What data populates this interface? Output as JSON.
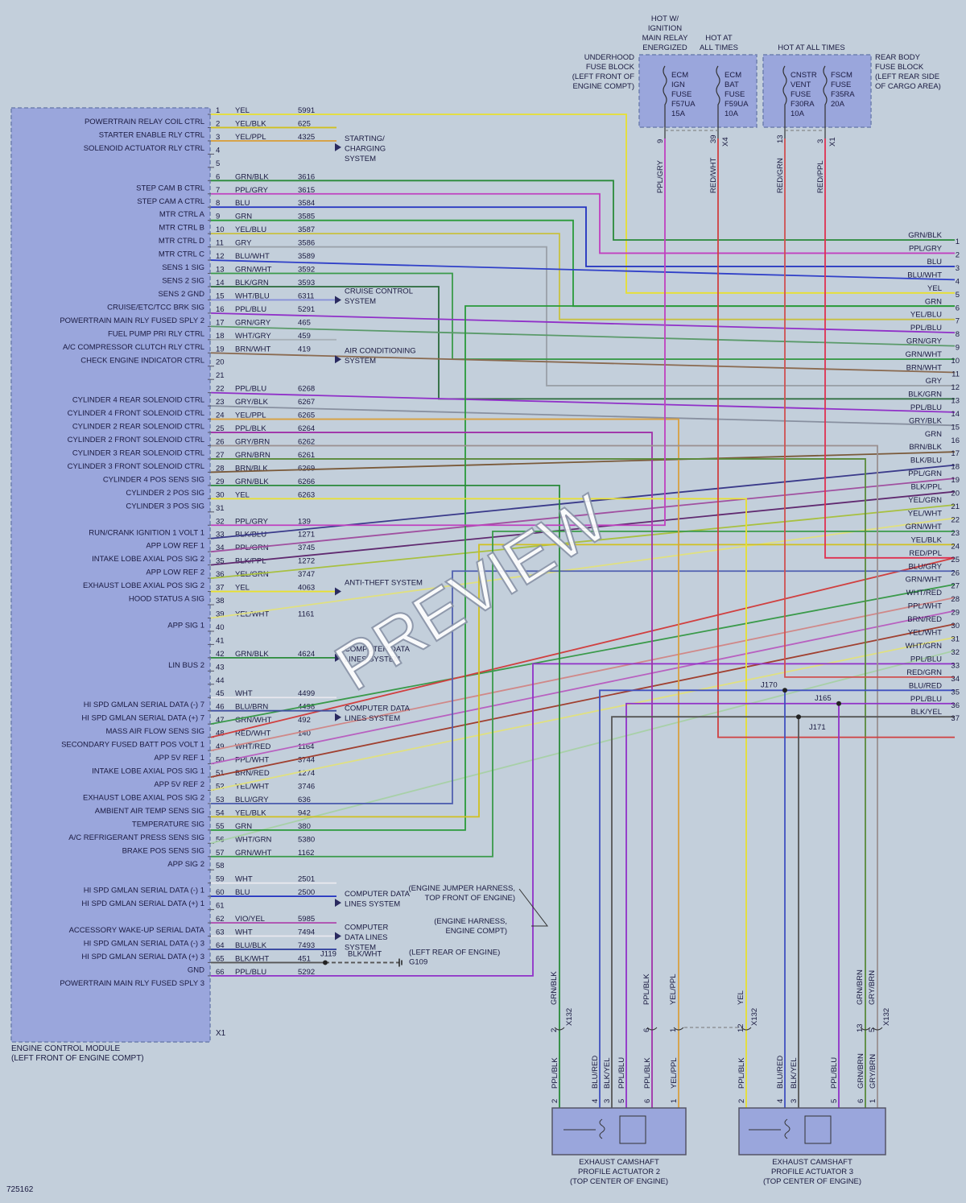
{
  "diagram_id": "725162",
  "ecm": {
    "title": "ENGINE CONTROL MODULE",
    "location": "(LEFT FRONT OF ENGINE COMPT)",
    "connector": "X1"
  },
  "watermark": "PREVIEW",
  "pins": [
    {
      "n": 1,
      "label": "POWERTRAIN RELAY COIL CTRL",
      "color": "YEL",
      "circuit": "5991",
      "hex": "#e8e030"
    },
    {
      "n": 2,
      "label": "STARTER ENABLE RLY CTRL",
      "color": "YEL/BLK",
      "circuit": "625",
      "hex": "#d0c020"
    },
    {
      "n": 3,
      "label": "SOLENOID ACTUATOR RLY CTRL",
      "color": "YEL/PPL",
      "circuit": "4325",
      "hex": "#d8a040"
    },
    {
      "n": 4,
      "label": "",
      "color": "",
      "circuit": "",
      "hex": ""
    },
    {
      "n": 5,
      "label": "",
      "color": "",
      "circuit": "",
      "hex": ""
    },
    {
      "n": 6,
      "label": "STEP CAM B CTRL",
      "color": "GRN/BLK",
      "circuit": "3616",
      "hex": "#2a8a3a"
    },
    {
      "n": 7,
      "label": "STEP CAM A CTRL",
      "color": "PPL/GRY",
      "circuit": "3615",
      "hex": "#c040c0"
    },
    {
      "n": 8,
      "label": "MTR CTRL A",
      "color": "BLU",
      "circuit": "3584",
      "hex": "#2030c0"
    },
    {
      "n": 9,
      "label": "MTR CTRL B",
      "color": "GRN",
      "circuit": "3585",
      "hex": "#2a9a3a"
    },
    {
      "n": 10,
      "label": "MTR CTRL D",
      "color": "YEL/BLU",
      "circuit": "3587",
      "hex": "#c8c040"
    },
    {
      "n": 11,
      "label": "MTR CTRL C",
      "color": "GRY",
      "circuit": "3586",
      "hex": "#9aa0a8"
    },
    {
      "n": 12,
      "label": "SENS 1 SIG",
      "color": "BLU/WHT",
      "circuit": "3589",
      "hex": "#3040c8"
    },
    {
      "n": 13,
      "label": "SENS 2 SIG",
      "color": "GRN/WHT",
      "circuit": "3592",
      "hex": "#3a9a4a"
    },
    {
      "n": 14,
      "label": "SENS 2 GND",
      "color": "BLK/GRN",
      "circuit": "3593",
      "hex": "#2a6a3a"
    },
    {
      "n": 15,
      "label": "CRUISE/ETC/TCC BRK SIG",
      "color": "WHT/BLU",
      "circuit": "6311",
      "hex": "#8890d8"
    },
    {
      "n": 16,
      "label": "POWERTRAIN MAIN RLY FUSED SPLY 2",
      "color": "PPL/BLU",
      "circuit": "5291",
      "hex": "#9030c8"
    },
    {
      "n": 17,
      "label": "FUEL PUMP PRI RLY CTRL",
      "color": "GRN/GRY",
      "circuit": "465",
      "hex": "#5a9a6a"
    },
    {
      "n": 18,
      "label": "A/C COMPRESSOR CLUTCH RLY CTRL",
      "color": "WHT/GRY",
      "circuit": "459",
      "hex": "#a8b0b8"
    },
    {
      "n": 19,
      "label": "CHECK ENGINE INDICATOR CTRL",
      "color": "BRN/WHT",
      "circuit": "419",
      "hex": "#8a6a50"
    },
    {
      "n": 20,
      "label": "",
      "color": "",
      "circuit": "",
      "hex": ""
    },
    {
      "n": 21,
      "label": "",
      "color": "",
      "circuit": "",
      "hex": ""
    },
    {
      "n": 22,
      "label": "CYLINDER 4 REAR SOLENOID CTRL",
      "color": "PPL/BLU",
      "circuit": "6268",
      "hex": "#9030c8"
    },
    {
      "n": 23,
      "label": "CYLINDER 4 FRONT SOLENOID CTRL",
      "color": "GRY/BLK",
      "circuit": "6267",
      "hex": "#8890a0"
    },
    {
      "n": 24,
      "label": "CYLINDER 2 REAR SOLENOID CTRL",
      "color": "YEL/PPL",
      "circuit": "6265",
      "hex": "#d8a040"
    },
    {
      "n": 25,
      "label": "CYLINDER 2 FRONT SOLENOID CTRL",
      "color": "PPL/BLK",
      "circuit": "6264",
      "hex": "#a030a8"
    },
    {
      "n": 26,
      "label": "CYLINDER 3 REAR SOLENOID CTRL",
      "color": "GRY/BRN",
      "circuit": "6262",
      "hex": "#9a9090"
    },
    {
      "n": 27,
      "label": "CYLINDER 3 FRONT SOLENOID CTRL",
      "color": "GRN/BRN",
      "circuit": "6261",
      "hex": "#5a8a3a"
    },
    {
      "n": 28,
      "label": "CYLINDER 4 POS SENS SIG",
      "color": "BRN/BLK",
      "circuit": "6269",
      "hex": "#7a5a3a"
    },
    {
      "n": 29,
      "label": "CYLINDER 2 POS SIG",
      "color": "GRN/BLK",
      "circuit": "6266",
      "hex": "#2a8a3a"
    },
    {
      "n": 30,
      "label": "CYLINDER 3 POS SIG",
      "color": "YEL",
      "circuit": "6263",
      "hex": "#e8e030"
    },
    {
      "n": 31,
      "label": "",
      "color": "",
      "circuit": "",
      "hex": ""
    },
    {
      "n": 32,
      "label": "RUN/CRANK IGNITION 1 VOLT 1",
      "color": "PPL/GRY",
      "circuit": "139",
      "hex": "#c040c0"
    },
    {
      "n": 33,
      "label": "APP LOW REF 1",
      "color": "BLK/BLU",
      "circuit": "1271",
      "hex": "#3a3a8a"
    },
    {
      "n": 34,
      "label": "INTAKE LOBE AXIAL POS SIG 2",
      "color": "PPL/GRN",
      "circuit": "3745",
      "hex": "#a050a0"
    },
    {
      "n": 35,
      "label": "APP LOW REF 2",
      "color": "BLK/PPL",
      "circuit": "1272",
      "hex": "#602a70"
    },
    {
      "n": 36,
      "label": "EXHAUST LOBE AXIAL POS SIG 2",
      "color": "YEL/GRN",
      "circuit": "3747",
      "hex": "#a8c040"
    },
    {
      "n": 37,
      "label": "HOOD STATUS A SIG",
      "color": "YEL",
      "circuit": "4063",
      "hex": "#e8e030"
    },
    {
      "n": 38,
      "label": "",
      "color": "",
      "circuit": "",
      "hex": ""
    },
    {
      "n": 39,
      "label": "APP SIG 1",
      "color": "YEL/WHT",
      "circuit": "1161",
      "hex": "#e0e080"
    },
    {
      "n": 40,
      "label": "",
      "color": "",
      "circuit": "",
      "hex": ""
    },
    {
      "n": 41,
      "label": "",
      "color": "",
      "circuit": "",
      "hex": ""
    },
    {
      "n": 42,
      "label": "LIN BUS 2",
      "color": "GRN/BLK",
      "circuit": "4624",
      "hex": "#2a8a3a"
    },
    {
      "n": 43,
      "label": "",
      "color": "",
      "circuit": "",
      "hex": ""
    },
    {
      "n": 44,
      "label": "",
      "color": "",
      "circuit": "",
      "hex": ""
    },
    {
      "n": 45,
      "label": "HI SPD GMLAN SERIAL DATA (-) 7",
      "color": "WHT",
      "circuit": "4499",
      "hex": "#e8e8ee"
    },
    {
      "n": 46,
      "label": "HI SPD GMLAN SERIAL DATA (+) 7",
      "color": "BLU/BRN",
      "circuit": "4498",
      "hex": "#4050a0"
    },
    {
      "n": 47,
      "label": "MASS AIR FLOW SENS SIG",
      "color": "GRN/WHT",
      "circuit": "492",
      "hex": "#3a9a4a"
    },
    {
      "n": 48,
      "label": "SECONDARY FUSED BATT POS VOLT 1",
      "color": "RED/WHT",
      "circuit": "140",
      "hex": "#d04040"
    },
    {
      "n": 49,
      "label": "APP 5V REF 1",
      "color": "WHT/RED",
      "circuit": "1164",
      "hex": "#d08888"
    },
    {
      "n": 50,
      "label": "INTAKE LOBE AXIAL POS SIG 1",
      "color": "PPL/WHT",
      "circuit": "3744",
      "hex": "#b860c0"
    },
    {
      "n": 51,
      "label": "APP 5V REF 2",
      "color": "BRN/RED",
      "circuit": "1274",
      "hex": "#a04030"
    },
    {
      "n": 52,
      "label": "EXHAUST LOBE AXIAL POS SIG 2",
      "color": "YEL/WHT",
      "circuit": "3746",
      "hex": "#e0e080"
    },
    {
      "n": 53,
      "label": "AMBIENT AIR TEMP SENS SIG",
      "color": "BLU/GRY",
      "circuit": "636",
      "hex": "#5060b0"
    },
    {
      "n": 54,
      "label": "TEMPERATURE SIG",
      "color": "YEL/BLK",
      "circuit": "942",
      "hex": "#d0c020"
    },
    {
      "n": 55,
      "label": "A/C REFRIGERANT PRESS SENS SIG",
      "color": "GRN",
      "circuit": "380",
      "hex": "#2a9a3a"
    },
    {
      "n": 56,
      "label": "BRAKE POS SENS SIG",
      "color": "WHT/GRN",
      "circuit": "5380",
      "hex": "#a8d0a8"
    },
    {
      "n": 57,
      "label": "APP SIG 2",
      "color": "GRN/WHT",
      "circuit": "1162",
      "hex": "#3a9a4a"
    },
    {
      "n": 58,
      "label": "",
      "color": "",
      "circuit": "",
      "hex": ""
    },
    {
      "n": 59,
      "label": "HI SPD GMLAN SERIAL DATA (-) 1",
      "color": "WHT",
      "circuit": "2501",
      "hex": "#e8e8ee"
    },
    {
      "n": 60,
      "label": "HI SPD GMLAN SERIAL DATA (+) 1",
      "color": "BLU",
      "circuit": "2500",
      "hex": "#2030c0"
    },
    {
      "n": 61,
      "label": "",
      "color": "",
      "circuit": "",
      "hex": ""
    },
    {
      "n": 62,
      "label": "ACCESSORY WAKE-UP SERIAL DATA",
      "color": "VIO/YEL",
      "circuit": "5985",
      "hex": "#b050b0"
    },
    {
      "n": 63,
      "label": "HI SPD GMLAN SERIAL DATA (-) 3",
      "color": "WHT",
      "circuit": "7494",
      "hex": "#e8e8ee"
    },
    {
      "n": 64,
      "label": "HI SPD GMLAN SERIAL DATA (+) 3",
      "color": "BLU/BLK",
      "circuit": "7493",
      "hex": "#2a3a9a"
    },
    {
      "n": 65,
      "label": "GND",
      "color": "BLK/WHT",
      "circuit": "451",
      "hex": "#555566"
    },
    {
      "n": 66,
      "label": "POWERTRAIN MAIN RLY FUSED SPLY 3",
      "color": "PPL/BLU",
      "circuit": "5292",
      "hex": "#9030c8"
    }
  ],
  "right_pins": [
    {
      "n": "1",
      "color": "GRN/BLK"
    },
    {
      "n": "2",
      "color": "PPL/GRY"
    },
    {
      "n": "3",
      "color": "BLU"
    },
    {
      "n": "4",
      "color": "BLU/WHT"
    },
    {
      "n": "5",
      "color": "YEL"
    },
    {
      "n": "6",
      "color": "GRN"
    },
    {
      "n": "7",
      "color": "YEL/BLU"
    },
    {
      "n": "8",
      "color": "PPL/BLU"
    },
    {
      "n": "9",
      "color": "GRN/GRY"
    },
    {
      "n": "10",
      "color": "GRN/WHT"
    },
    {
      "n": "11",
      "color": "BRN/WHT"
    },
    {
      "n": "12",
      "color": "GRY"
    },
    {
      "n": "13",
      "color": "BLK/GRN"
    },
    {
      "n": "14",
      "color": "PPL/BLU"
    },
    {
      "n": "15",
      "color": "GRY/BLK"
    },
    {
      "n": "16",
      "color": "GRN"
    },
    {
      "n": "17",
      "color": "BRN/BLK"
    },
    {
      "n": "18",
      "color": "BLK/BLU"
    },
    {
      "n": "19",
      "color": "PPL/GRN"
    },
    {
      "n": "20",
      "color": "BLK/PPL"
    },
    {
      "n": "21",
      "color": "YEL/GRN"
    },
    {
      "n": "22",
      "color": "YEL/WHT"
    },
    {
      "n": "23",
      "color": "GRN/WHT"
    },
    {
      "n": "24",
      "color": "YEL/BLK"
    },
    {
      "n": "25",
      "color": "RED/PPL"
    },
    {
      "n": "26",
      "color": "BLU/GRY"
    },
    {
      "n": "27",
      "color": "GRN/WHT"
    },
    {
      "n": "28",
      "color": "WHT/RED"
    },
    {
      "n": "29",
      "color": "PPL/WHT"
    },
    {
      "n": "30",
      "color": "BRN/RED"
    },
    {
      "n": "31",
      "color": "YEL/WHT"
    },
    {
      "n": "32",
      "color": "WHT/GRN"
    },
    {
      "n": "33",
      "color": "PPL/BLU"
    },
    {
      "n": "34",
      "color": "RED/GRN"
    },
    {
      "n": "35",
      "color": "BLU/RED"
    },
    {
      "n": "36",
      "color": "PPL/BLU"
    },
    {
      "n": "37",
      "color": "BLK/YEL"
    }
  ],
  "arrows": [
    {
      "text": "STARTING/ CHARGING SYSTEM",
      "lines": [
        "STARTING/",
        "CHARGING",
        "SYSTEM"
      ]
    },
    {
      "text": "CRUISE CONTROL SYSTEM",
      "lines": [
        "CRUISE CONTROL",
        "SYSTEM"
      ]
    },
    {
      "text": "AIR CONDITIONING SYSTEM",
      "lines": [
        "AIR CONDITIONING",
        "SYSTEM"
      ]
    },
    {
      "text": "ANTI-THEFT SYSTEM",
      "lines": [
        "ANTI-THEFT SYSTEM"
      ]
    },
    {
      "text": "COMPUTER DATA LINES SYSTEM",
      "lines": [
        "COMPUTER DATA",
        "LINES SYSTEM"
      ]
    },
    {
      "text": "COMPUTER DATA LINES SYSTEM",
      "lines": [
        "COMPUTER DATA",
        "LINES SYSTEM"
      ]
    },
    {
      "text": "COMPUTER DATA LINES SYSTEM",
      "lines": [
        "COMPUTER DATA",
        "LINES SYSTEM"
      ]
    },
    {
      "text": "COMPUTER DATA LINES SYSTEM",
      "lines": [
        "COMPUTER",
        "DATA LINES",
        "SYSTEM"
      ]
    }
  ],
  "fuse_blocks": {
    "underhood_label": [
      "UNDERHOOD",
      "FUSE BLOCK",
      "(LEFT FRONT OF",
      "ENGINE COMPT)"
    ],
    "hot_relay": [
      "HOT W/",
      "IGNITION",
      "MAIN RELAY",
      "ENERGIZED"
    ],
    "hot_all1": [
      "HOT AT",
      "ALL TIMES"
    ],
    "hot_all2": "HOT AT ALL TIMES",
    "rear_label": [
      "REAR BODY",
      "FUSE BLOCK",
      "(LEFT REAR SIDE",
      "OF CARGO AREA)"
    ],
    "fuses": [
      {
        "lines": [
          "ECM",
          "IGN",
          "FUSE",
          "F57UA",
          "15A"
        ],
        "wire": "PPL/GRY",
        "pin": "9",
        "conn": ""
      },
      {
        "lines": [
          "ECM",
          "BAT",
          "FUSE",
          "F59UA",
          "10A"
        ],
        "wire": "RED/WHT",
        "pin": "39",
        "conn": "X4"
      },
      {
        "lines": [
          "CNSTR",
          "VENT",
          "FUSE",
          "F30RA",
          "10A"
        ],
        "wire": "RED/GRN",
        "pin": "13",
        "conn": ""
      },
      {
        "lines": [
          "FSCM",
          "FUSE",
          "F35RA",
          "20A"
        ],
        "wire": "RED/PPL",
        "pin": "3",
        "conn": "X1"
      }
    ]
  },
  "ground": {
    "splice": "J119",
    "wire": "BLK/WHT",
    "location": "(LEFT REAR OF ENGINE)",
    "ground": "G109"
  },
  "harness": {
    "jumper": [
      "(ENGINE JUMPER HARNESS,",
      "TOP FRONT OF ENGINE)"
    ],
    "engine": [
      "(ENGINE HARNESS,",
      "ENGINE COMPT)"
    ],
    "splices": [
      "J170",
      "J165",
      "J171"
    ]
  },
  "x132": {
    "conn": "X132",
    "wires": [
      {
        "pin": "2",
        "color": "GRN/BLK"
      },
      {
        "pin": "6",
        "color": "PPL/BLK"
      },
      {
        "pin": "1",
        "color": "YEL/PPL"
      },
      {
        "pin": "12",
        "color": "YEL"
      },
      {
        "pin": "13",
        "color": "GRN/BRN"
      },
      {
        "pin": "5",
        "color": "GRY/BRN"
      }
    ]
  },
  "actuators": [
    {
      "title": [
        "EXHAUST CAMSHAFT",
        "PROFILE ACTUATOR 2",
        "(TOP CENTER OF ENGINE)"
      ],
      "wires": [
        {
          "pin": "2",
          "color": "PPL/BLK"
        },
        {
          "pin": "4",
          "color": "BLU/RED"
        },
        {
          "pin": "3",
          "color": "BLK/YEL"
        },
        {
          "pin": "5",
          "color": "PPL/BLU"
        },
        {
          "pin": "6",
          "color": "PPL/BLK"
        },
        {
          "pin": "1",
          "color": "YEL/PPL"
        }
      ]
    },
    {
      "title": [
        "EXHAUST CAMSHAFT",
        "PROFILE ACTUATOR 3",
        "(TOP CENTER OF ENGINE)"
      ],
      "wires": [
        {
          "pin": "2",
          "color": "PPL/BLK"
        },
        {
          "pin": "4",
          "color": "BLU/RED"
        },
        {
          "pin": "3",
          "color": "BLK/YEL"
        },
        {
          "pin": "5",
          "color": "PPL/BLU"
        },
        {
          "pin": "6",
          "color": "GRN/BRN"
        },
        {
          "pin": "1",
          "color": "GRY/BRN"
        }
      ]
    }
  ]
}
